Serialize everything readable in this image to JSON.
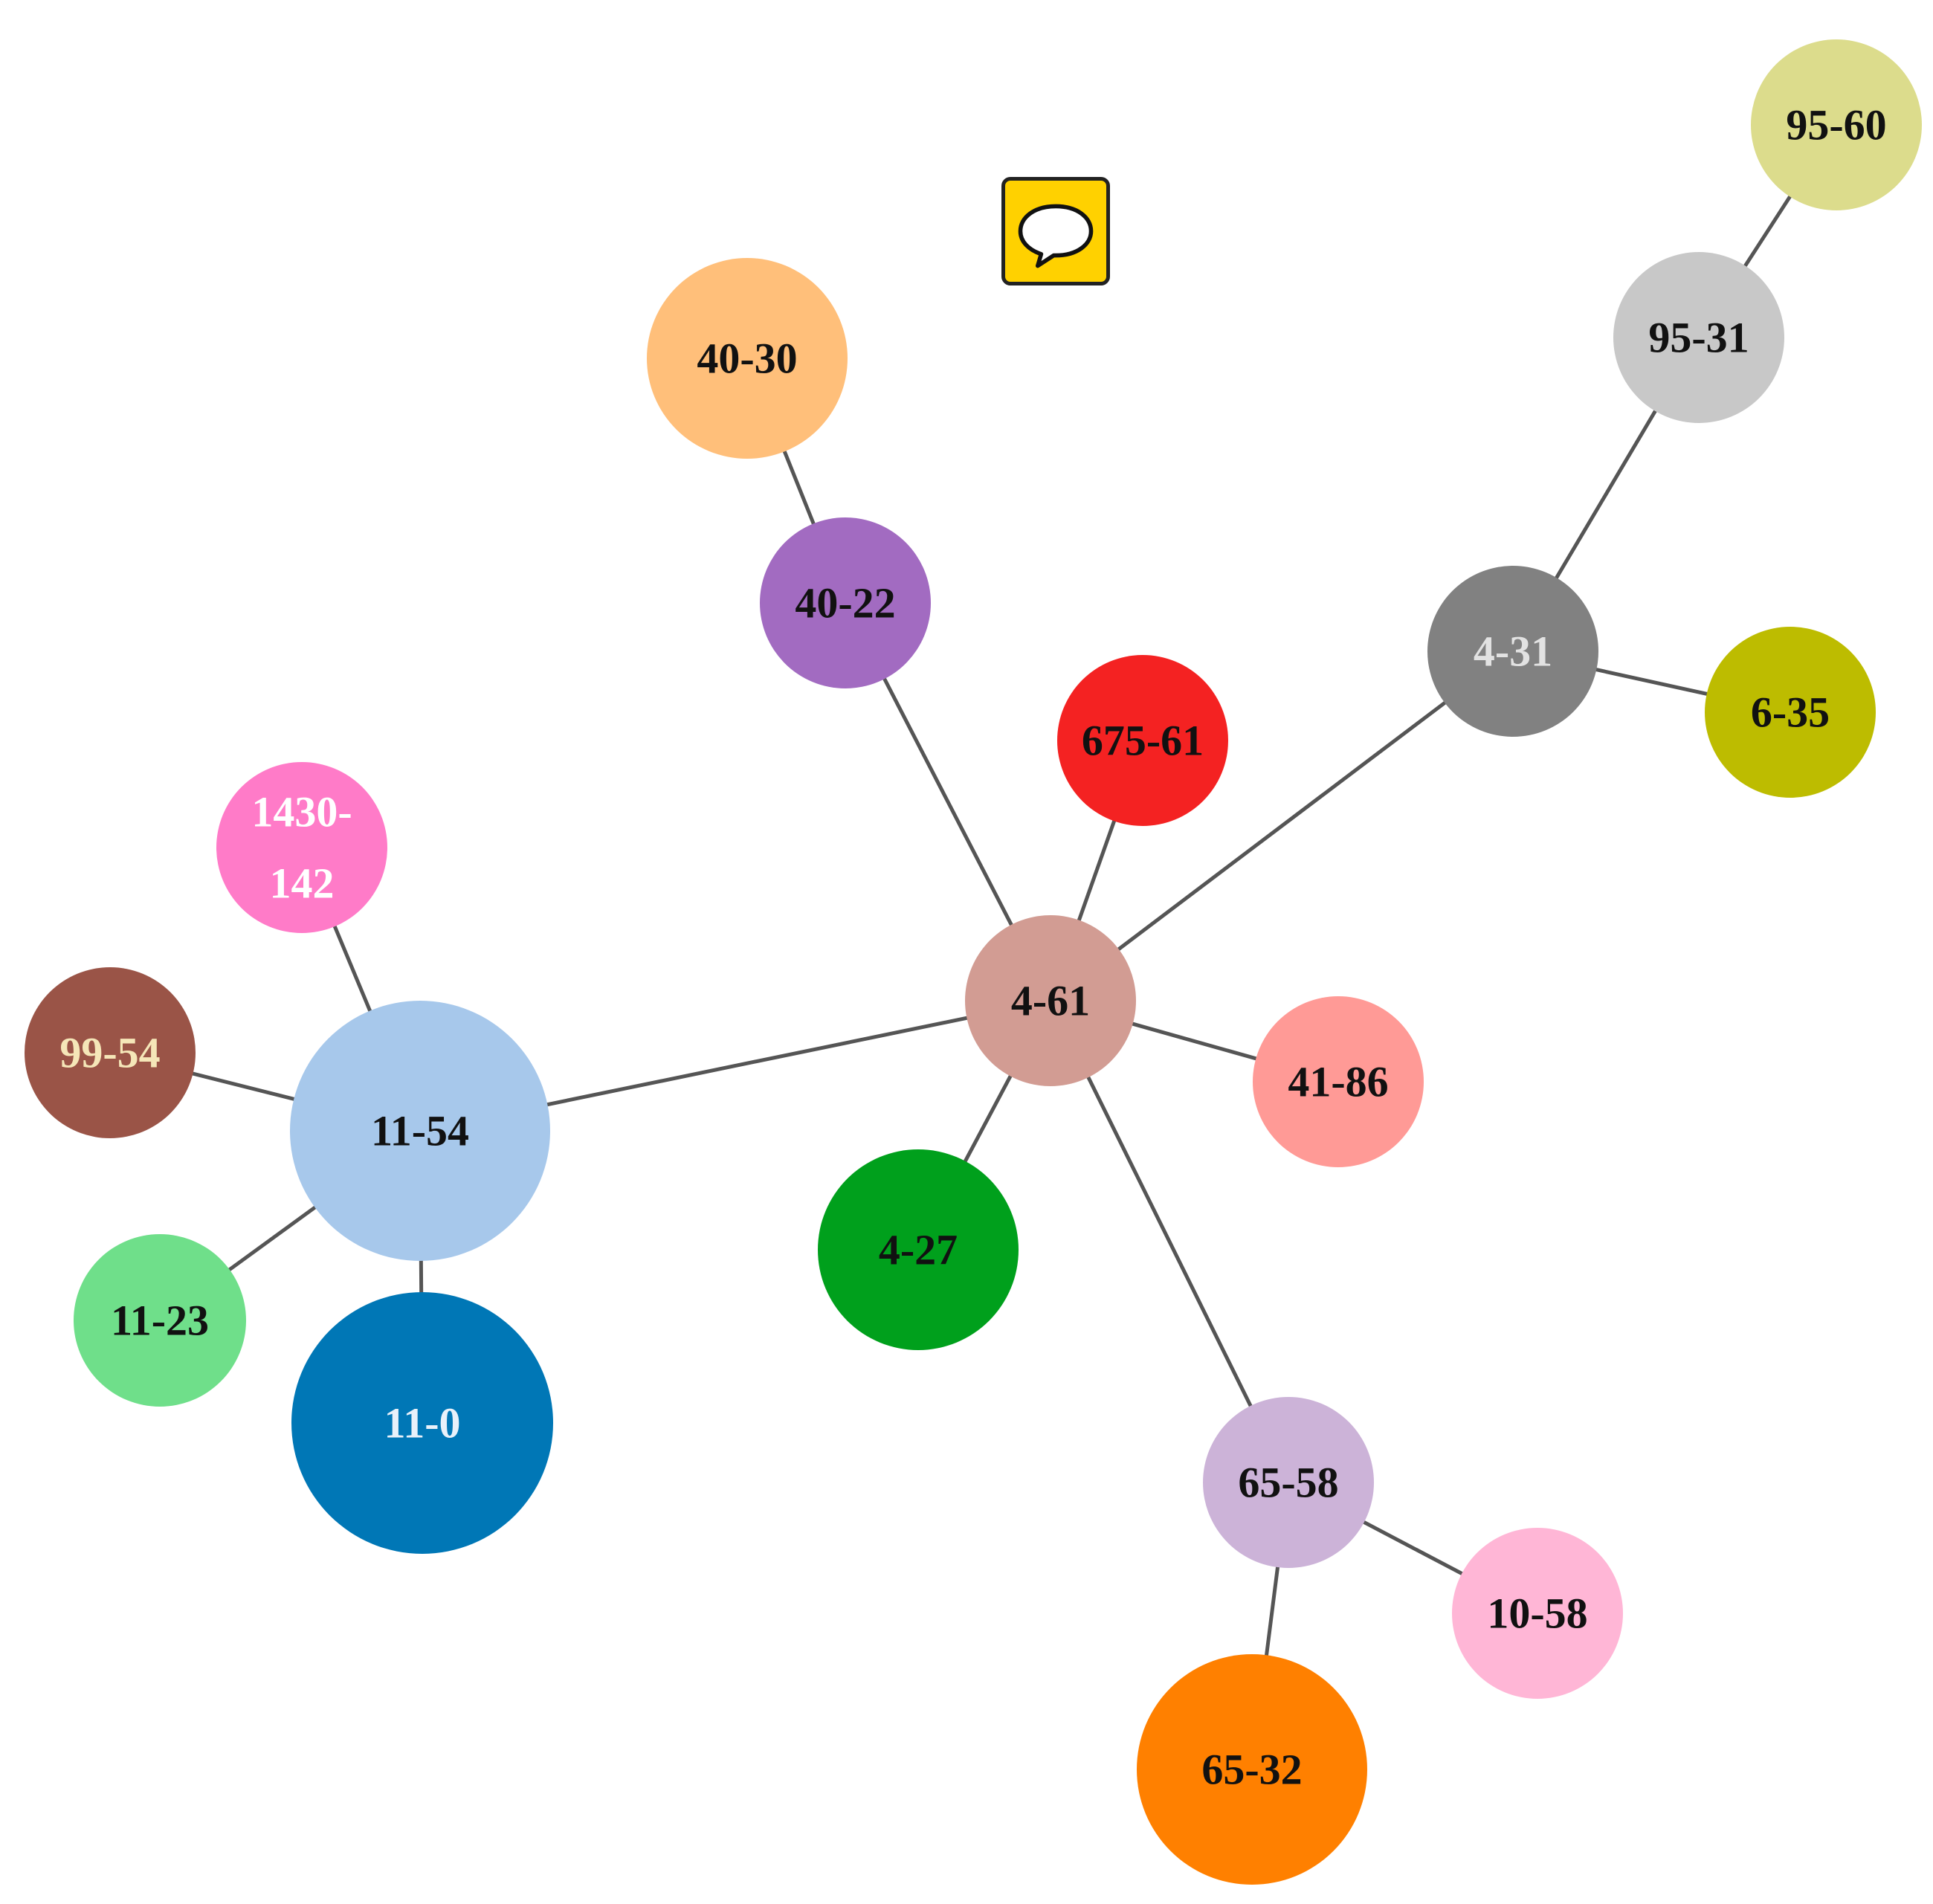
{
  "diagram": {
    "nodes": [
      {
        "id": "4-61",
        "label": "4-61",
        "fill": "#D29C93",
        "text": "#111111"
      },
      {
        "id": "11-54",
        "label": "11-54",
        "fill": "#A7C8EB",
        "text": "#111111"
      },
      {
        "id": "11-0",
        "label": "11-0",
        "fill": "#0077B6",
        "text": "#E8F1FA"
      },
      {
        "id": "11-23",
        "label": "11-23",
        "fill": "#6FDF8A",
        "text": "#111111"
      },
      {
        "id": "99-54",
        "label": "99-54",
        "fill": "#9A5447",
        "text": "#F5E6B8"
      },
      {
        "id": "1430-142",
        "label": [
          "1430-",
          "142"
        ],
        "fill": "#FF7BC8",
        "text": "#FFFFFF"
      },
      {
        "id": "40-22",
        "label": "40-22",
        "fill": "#A26BC1",
        "text": "#111111"
      },
      {
        "id": "40-30",
        "label": "40-30",
        "fill": "#FFBF7A",
        "text": "#111111"
      },
      {
        "id": "675-61",
        "label": "675-61",
        "fill": "#F42222",
        "text": "#111111"
      },
      {
        "id": "4-31",
        "label": "4-31",
        "fill": "#818181",
        "text": "#E2E2E2"
      },
      {
        "id": "95-31",
        "label": "95-31",
        "fill": "#C8C8C8",
        "text": "#111111"
      },
      {
        "id": "95-60",
        "label": "95-60",
        "fill": "#DCDC8C",
        "text": "#111111"
      },
      {
        "id": "6-35",
        "label": "6-35",
        "fill": "#BDBC00",
        "text": "#111111"
      },
      {
        "id": "41-86",
        "label": "41-86",
        "fill": "#FF9A96",
        "text": "#111111"
      },
      {
        "id": "4-27",
        "label": "4-27",
        "fill": "#00A01C",
        "text": "#111111"
      },
      {
        "id": "65-58",
        "label": "65-58",
        "fill": "#CCB3D8",
        "text": "#111111"
      },
      {
        "id": "10-58",
        "label": "10-58",
        "fill": "#FFB6D6",
        "text": "#111111"
      },
      {
        "id": "65-32",
        "label": "65-32",
        "fill": "#FF8000",
        "text": "#111111"
      }
    ],
    "edges": [
      [
        "4-61",
        "11-54"
      ],
      [
        "4-61",
        "40-22"
      ],
      [
        "40-22",
        "40-30"
      ],
      [
        "4-61",
        "675-61"
      ],
      [
        "4-61",
        "4-31"
      ],
      [
        "4-31",
        "95-31"
      ],
      [
        "95-31",
        "95-60"
      ],
      [
        "4-31",
        "6-35"
      ],
      [
        "4-61",
        "41-86"
      ],
      [
        "4-61",
        "4-27"
      ],
      [
        "4-61",
        "65-58"
      ],
      [
        "65-58",
        "10-58"
      ],
      [
        "65-58",
        "65-32"
      ],
      [
        "11-54",
        "1430-142"
      ],
      [
        "11-54",
        "99-54"
      ],
      [
        "11-54",
        "11-23"
      ],
      [
        "11-54",
        "11-0"
      ]
    ]
  },
  "toolbar": {
    "comment_icon": "speech-bubble-icon",
    "comment_color": "#FFD100"
  }
}
